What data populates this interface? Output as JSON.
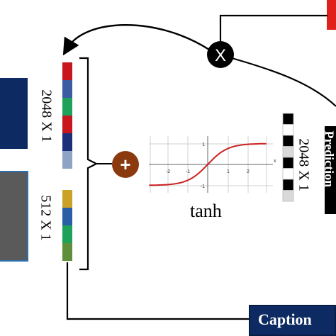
{
  "labels": {
    "image_feature_dim": "2048 X 1",
    "text_feature_dim": "512 X 1",
    "output_dim": "2048 X 1",
    "activation": "tanh",
    "multiply_symbol": "X",
    "add_symbol": "+",
    "caption": "Caption",
    "right_block_partial": "Prediction"
  },
  "colors": {
    "navy_block": "#0e2a63",
    "gray_block": "#5a5a5a",
    "add_node": "#8b3a0f",
    "multiply_node": "#000000",
    "red_block": "#e0201b",
    "tanh_curve": "#cc1f1f"
  },
  "image_vector_colors": [
    "#c8161d",
    "#3b5ba3",
    "#1fa15a",
    "#c8161d",
    "#1b2f7a",
    "#8fa3c4"
  ],
  "text_vector_colors": [
    "#c9a227",
    "#2a5fa8",
    "#1fa15a",
    "#5f8f3a"
  ],
  "output_vector_colors": [
    "#000000",
    "#ffffff",
    "#000000",
    "#d9d9d9",
    "#000000",
    "#ffffff",
    "#000000",
    "#d9d9d9"
  ],
  "tanh_axes": {
    "x_ticks": [
      "-2",
      "-1",
      "1",
      "2"
    ],
    "y_ticks": [
      "1",
      "-1"
    ],
    "x_axis_name": "x"
  }
}
